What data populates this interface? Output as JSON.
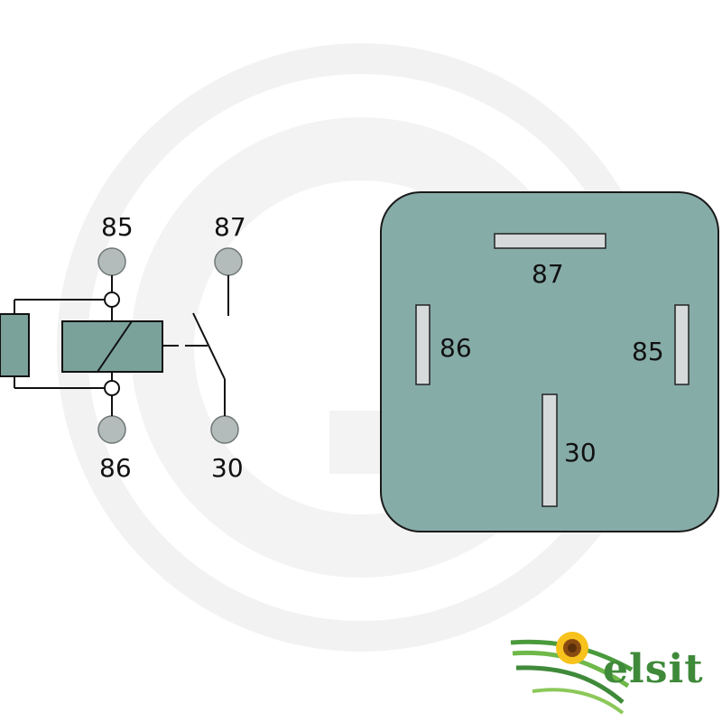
{
  "diagram": {
    "schematic": {
      "terminals": [
        {
          "id": "85",
          "label": "85"
        },
        {
          "id": "86",
          "label": "86"
        },
        {
          "id": "87",
          "label": "87"
        },
        {
          "id": "30",
          "label": "30"
        }
      ]
    },
    "socket": {
      "pins": [
        {
          "id": "87",
          "label": "87",
          "orientation": "horizontal"
        },
        {
          "id": "86",
          "label": "86",
          "orientation": "vertical"
        },
        {
          "id": "85",
          "label": "85",
          "orientation": "vertical"
        },
        {
          "id": "30",
          "label": "30",
          "orientation": "vertical"
        }
      ]
    }
  },
  "brand": {
    "name": "elsit"
  },
  "colors": {
    "housing": "#86aca8",
    "terminal": "#b3bcba",
    "coil": "#7aa29b",
    "pin": "#d6dada",
    "watermark": "#f1f1f1",
    "brand_green": "#3f8a3a",
    "brand_yellow": "#f2b316"
  }
}
